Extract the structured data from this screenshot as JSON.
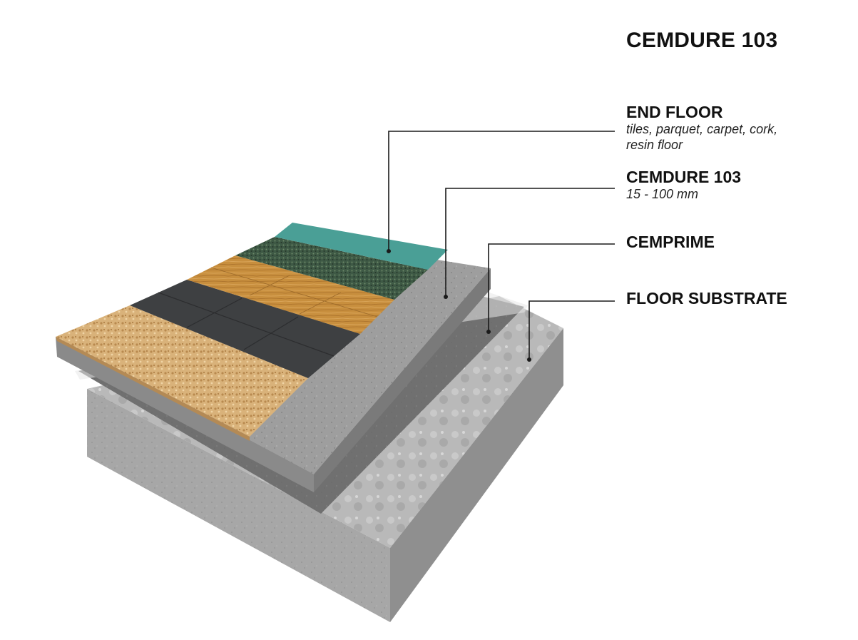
{
  "title": "CEMDURE 103",
  "labels": {
    "end_floor": {
      "title": "END FLOOR",
      "line1": "tiles, parquet, carpet, cork,",
      "line2": "resin floor"
    },
    "cemdure": {
      "title": "CEMDURE 103",
      "sub": "15 - 100 mm"
    },
    "cemprime": {
      "title": "CEMPRIME"
    },
    "substrate": {
      "title": "FLOOR SUBSTRATE"
    }
  },
  "colors": {
    "substrate": "#b8b8b8",
    "cemprime": "#6f6f6f",
    "cemdure": "#9e9e9e",
    "cork": "#d7b27c",
    "tiles": "#3d3f41",
    "parquet": "#c98f3f",
    "carpet": "#3f5a45",
    "resin": "#3f9a90",
    "leader": "#1a1a1a"
  }
}
